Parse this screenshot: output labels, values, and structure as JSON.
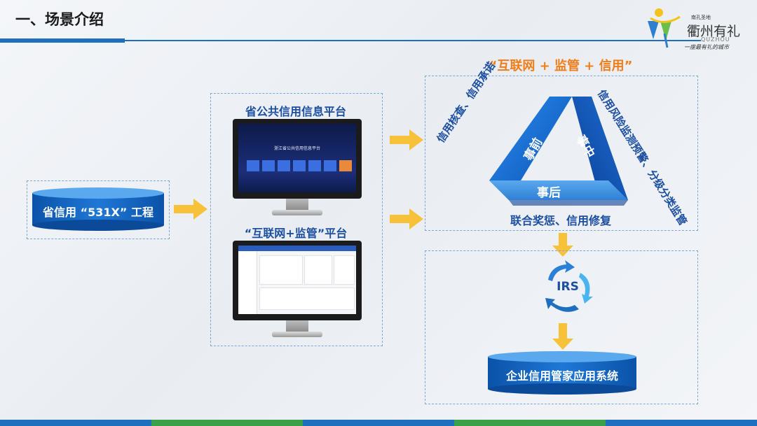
{
  "header": {
    "title": "一、场景介绍"
  },
  "logo": {
    "small_top": "南孔圣地",
    "name": "衢州有礼",
    "pinyin": "QUZHOU",
    "slogan": "一座最有礼的城市"
  },
  "left_block": {
    "label": "省信用 “531X” 工程"
  },
  "middle_block": {
    "platform1_title": "省公共信用信息平台",
    "platform1_screen_text": "浙江省公共信用信息平台",
    "platform2_title": "“互联网+监管”平台"
  },
  "triangle_block": {
    "title": "“互联网 + 监管 + 信用”",
    "left_side": "信用核查、信用承诺",
    "right_side": "信用风险监测预警、分级分类监管",
    "before": "事前",
    "during": "事中",
    "after": "事后",
    "bottom_label": "联合奖惩、信用修复"
  },
  "bottom_block": {
    "irs_label": "IRS",
    "system_label": "企业信用管家应用系统"
  },
  "colors": {
    "brand_blue": "#1f6fbf",
    "title_orange": "#f07d1a",
    "arrow_yellow": "#f7c23a",
    "footer": [
      "#1f6fbf",
      "#3aa04a",
      "#1f6fbf",
      "#3aa04a",
      "#1f6fbf"
    ]
  }
}
